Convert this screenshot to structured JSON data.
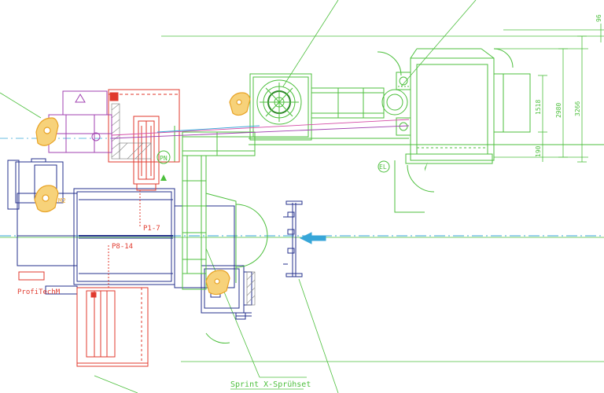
{
  "labels": {
    "profitechm": "ProfiTechM",
    "p1_7": "P1-7",
    "p8_14": "P8-14",
    "pn": "PN",
    "el": "EL",
    "m2": "M2",
    "sprint": "Sprint X-Sprühset"
  },
  "dimensions": {
    "d96": "96",
    "d1518": "1518",
    "d2980": "2980",
    "d3266": "3266",
    "d190": "190"
  },
  "colors": {
    "green": "#4cbf3c",
    "dark_green": "#2f8a2a",
    "red": "#e03a2e",
    "purple": "#a040b0",
    "blue": "#2b4aa8",
    "navy": "#24318c",
    "orange": "#e8a326",
    "cyan": "#37a6d8",
    "pink": "#d44aa6"
  }
}
